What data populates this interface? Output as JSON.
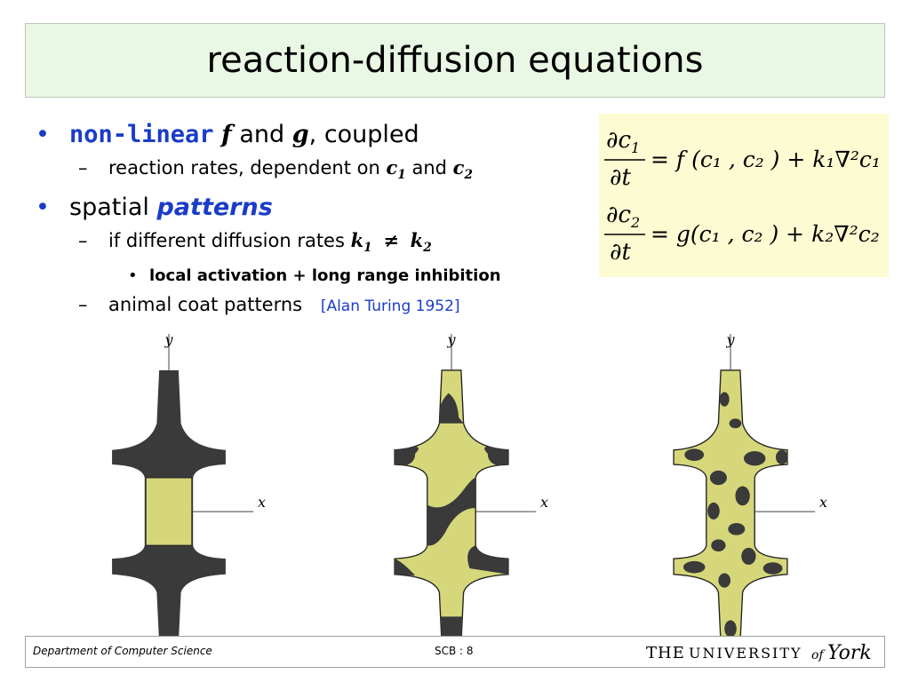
{
  "title": "reaction-diffusion equations",
  "bullets": {
    "b1": {
      "kw": "non-linear",
      "f": "f",
      "and": "and",
      "g": "g",
      "rest": ", coupled"
    },
    "b1_sub": {
      "text": "reaction rates, dependent on",
      "c1": "c",
      "c1sub": "1",
      "and": "and",
      "c2": "c",
      "c2sub": "2"
    },
    "b2": {
      "text": "spatial",
      "kw": "patterns"
    },
    "b2_sub1": {
      "text": "if different diffusion rates",
      "k1": "k",
      "k1sub": "1",
      "neq": "≠",
      "k2": "k",
      "k2sub": "2"
    },
    "b2_sub1_sub": {
      "text": "local activation + long range inhibition"
    },
    "b2_sub2": {
      "text": "animal coat patterns",
      "cite": "[Alan Turing 1952]"
    }
  },
  "equations": {
    "eq1": {
      "num": "∂c",
      "num_sub": "1",
      "den": "∂t",
      "rhs": "= f (c₁ , c₂ ) + k₁∇²c₁"
    },
    "eq2": {
      "num": "∂c",
      "num_sub": "2",
      "den": "∂t",
      "rhs": "= g(c₁ , c₂ ) + k₂∇²c₂"
    }
  },
  "figures": {
    "axis_x": "x",
    "axis_y": "y"
  },
  "colors": {
    "accent": "#1a3cc8",
    "title_bg": "#e8f8e4",
    "eq_bg": "#fdfbd2",
    "shape_dark": "#3a3a3a",
    "shape_light": "#d6d77a"
  },
  "footer": {
    "dept": "Department of Computer Science",
    "page": "SCB : 8",
    "logo_the": "THE",
    "logo_univ": "UNIVERSITY",
    "logo_of": "of",
    "logo_york": "York"
  }
}
